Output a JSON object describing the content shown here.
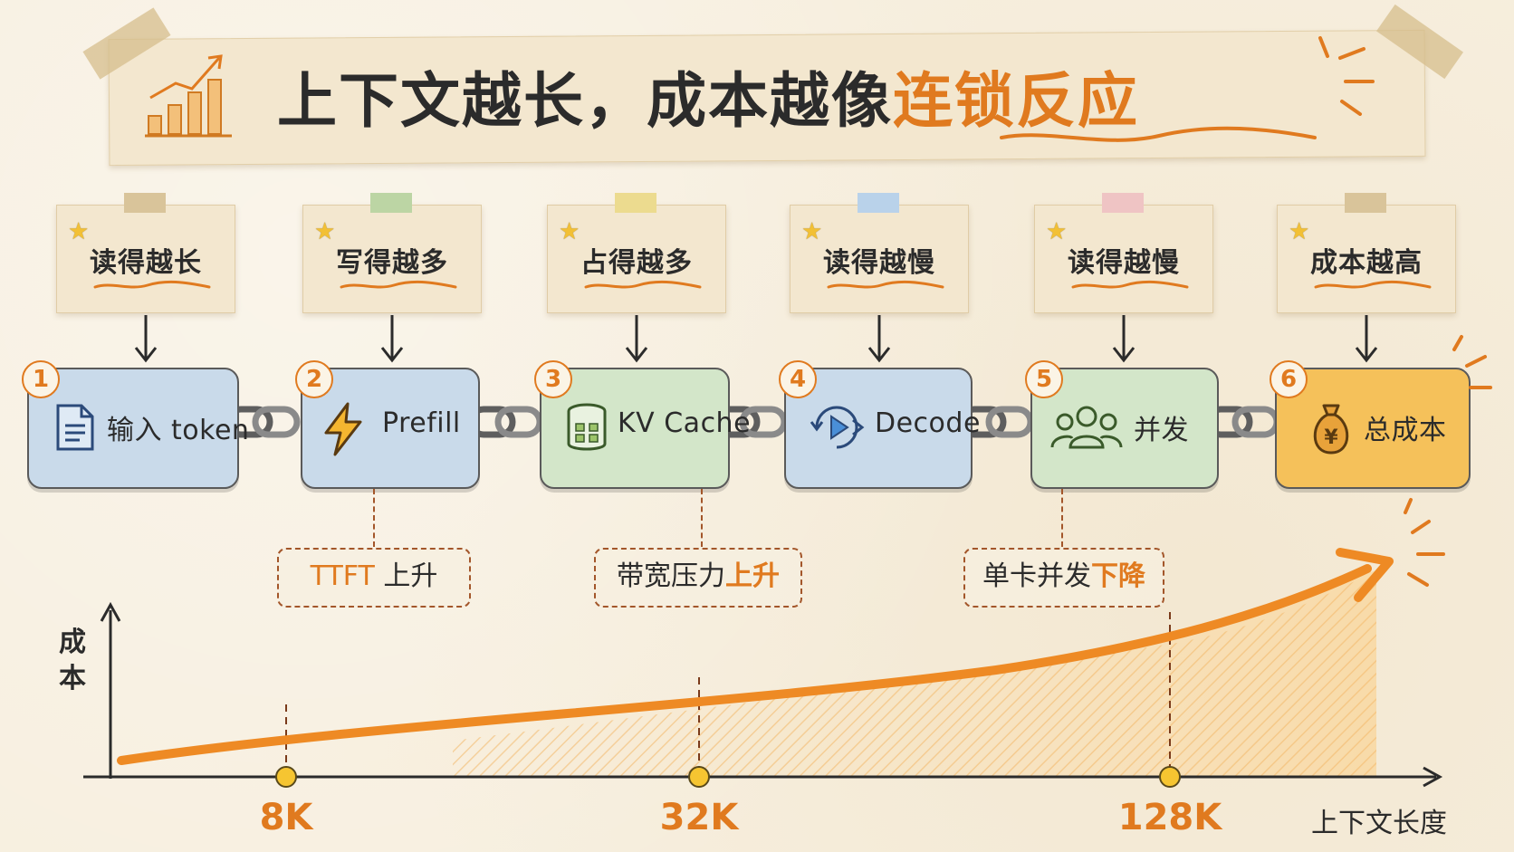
{
  "title": {
    "main": "上下文越长，成本越像",
    "accent": "连锁反应"
  },
  "notes": [
    {
      "label": "读得越长",
      "tape_color": "#d9c49a"
    },
    {
      "label": "写得越多",
      "tape_color": "#bcd5a4"
    },
    {
      "label": "占得越多",
      "tape_color": "#ecdb8f"
    },
    {
      "label": "读得越慢",
      "tape_color": "#b9d2ea"
    },
    {
      "label": "读得越慢",
      "tape_color": "#efc4c4"
    },
    {
      "label": "成本越高",
      "tape_color": "#d9c49a"
    }
  ],
  "stages": [
    {
      "num": "1",
      "label": "输入 token",
      "icon": "document-icon",
      "color": "blue"
    },
    {
      "num": "2",
      "label": "Prefill",
      "icon": "lightning-icon",
      "color": "blue"
    },
    {
      "num": "3",
      "label": "KV Cache",
      "icon": "database-icon",
      "color": "green"
    },
    {
      "num": "4",
      "label": "Decode",
      "icon": "play-cycle-icon",
      "color": "blue"
    },
    {
      "num": "5",
      "label": "并发",
      "icon": "users-icon",
      "color": "green"
    },
    {
      "num": "6",
      "label": "总成本",
      "icon": "money-bag-icon",
      "color": "orange"
    }
  ],
  "callouts": [
    {
      "text": "TTFT ",
      "highlight": "上升",
      "stage": 2
    },
    {
      "text": "带宽压力",
      "highlight": "上升",
      "stage": 3
    },
    {
      "text": "单卡并发",
      "highlight": "下降",
      "stage": 5
    }
  ],
  "chart_data": {
    "type": "area",
    "ylabel": "成本",
    "xlabel": "上下文长度",
    "x_ticks": [
      "8K",
      "32K",
      "128K"
    ],
    "curve": "exponential-like growth",
    "colors": {
      "curve": "#ee8a24",
      "fill": "#f6c27a"
    }
  },
  "colors": {
    "accent": "#e07a1f",
    "background": "#f7efdf"
  }
}
